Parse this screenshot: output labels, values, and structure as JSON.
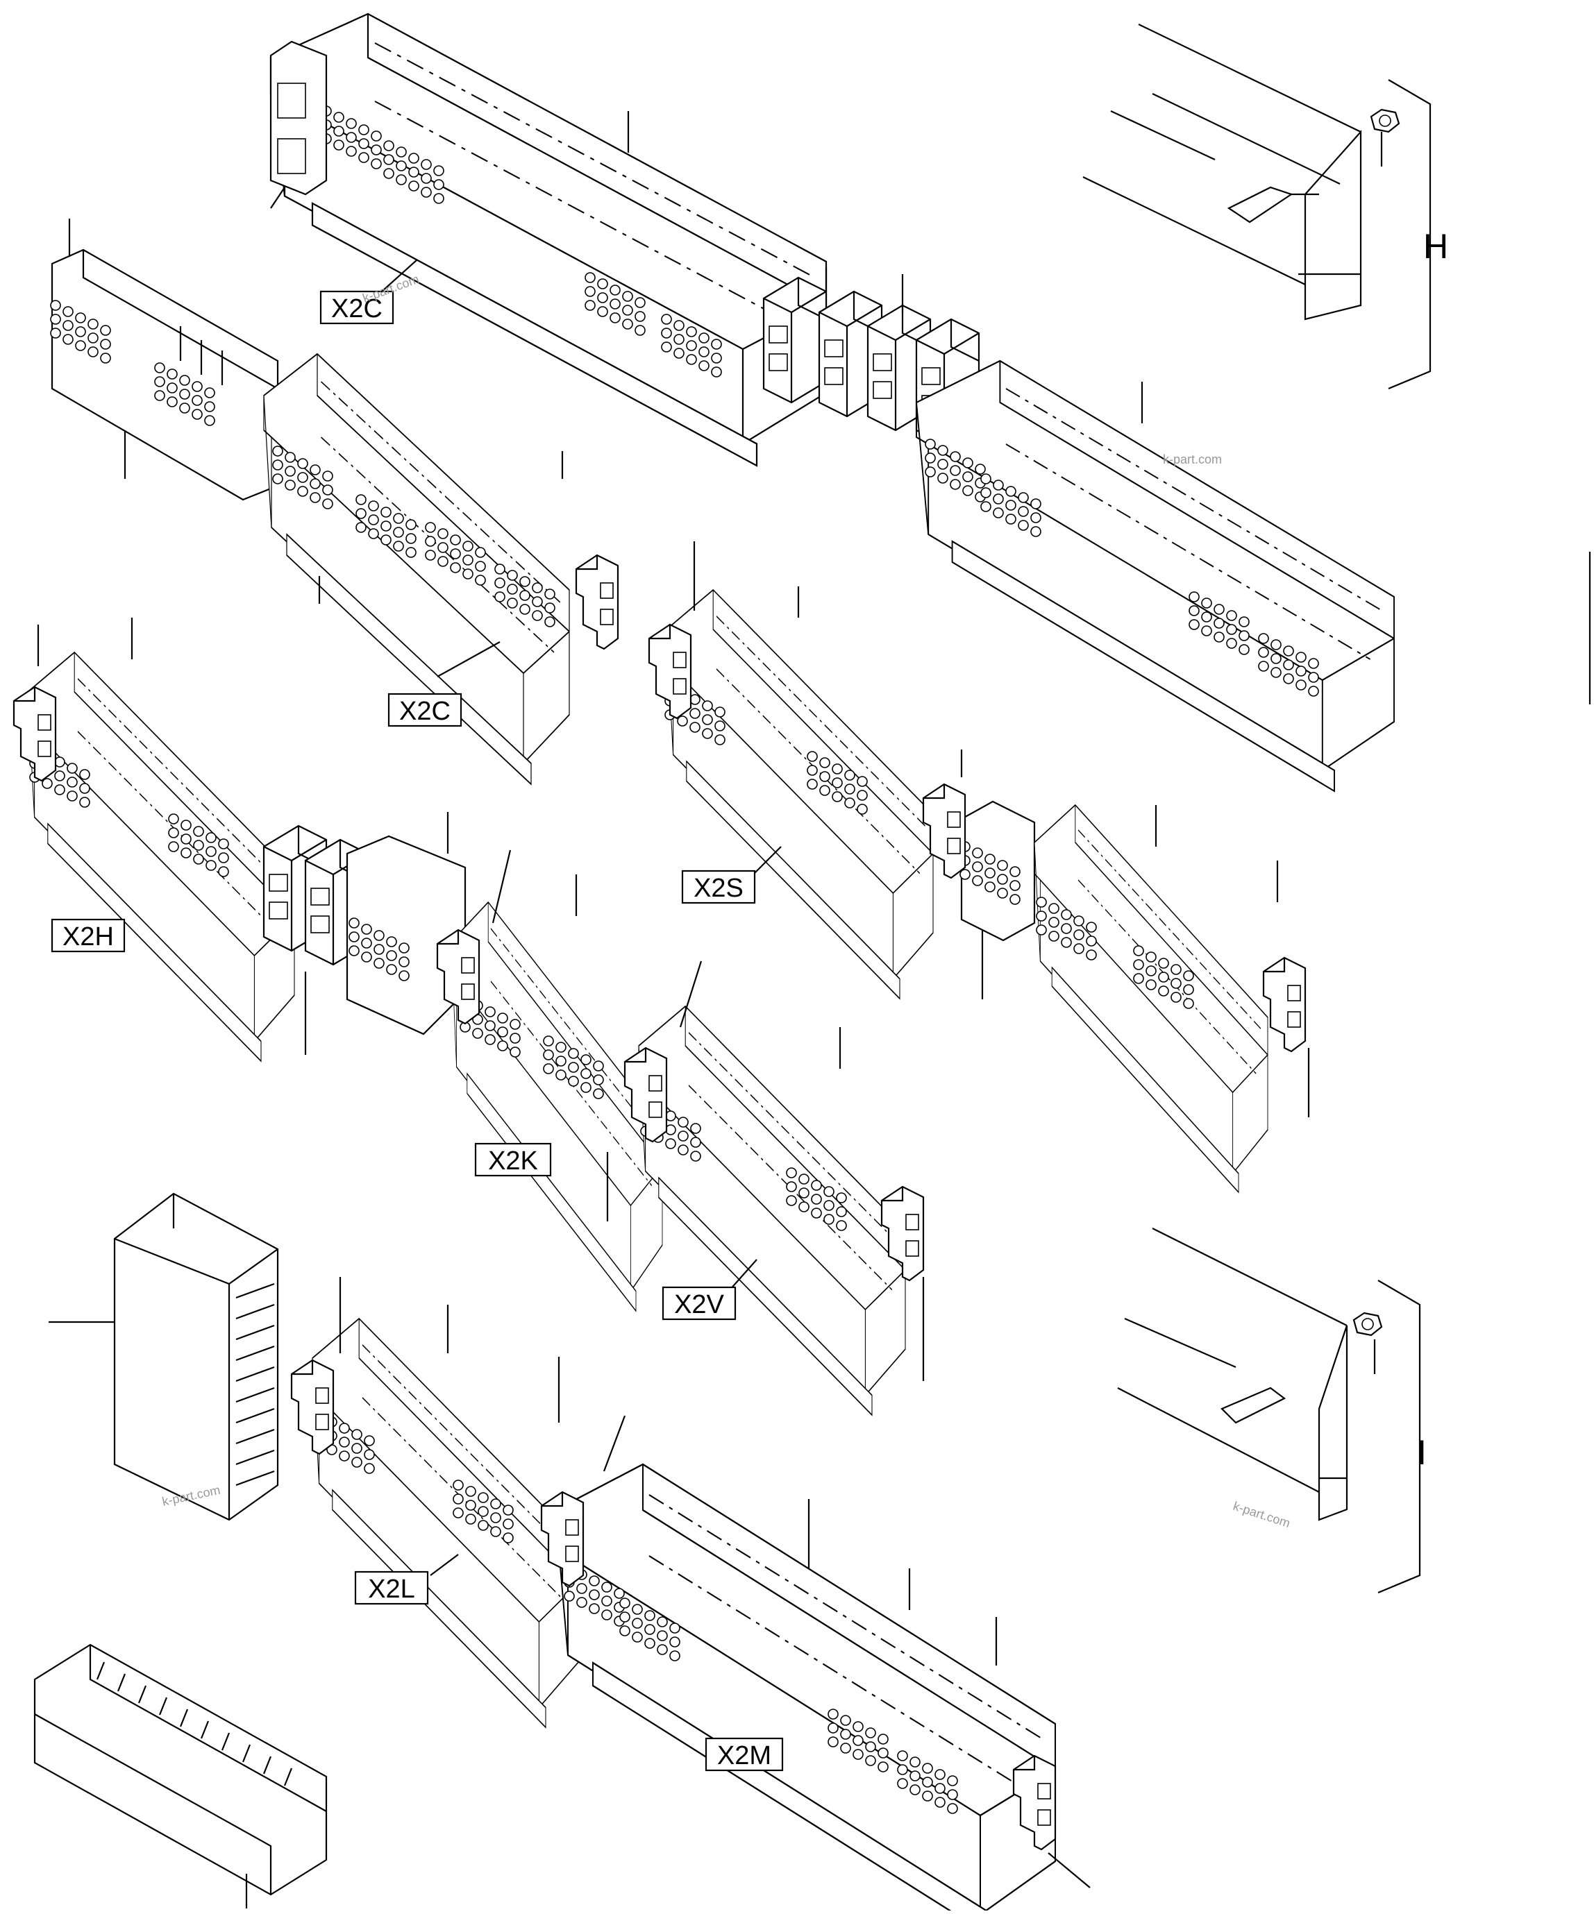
{
  "labels": {
    "x2c_top": "X2C",
    "x2c_mid": "X2C",
    "x2s": "X2S",
    "x2h": "X2H",
    "x2k": "X2K",
    "x2v": "X2V",
    "x2l": "X2L",
    "x2m": "X2M",
    "detail_h": "H",
    "detail_i": "I"
  },
  "watermarks": [
    "k-part.com",
    "k-part.com",
    "k-part.com",
    "k-part.com"
  ],
  "colors": {
    "line": "#000000",
    "background": "#ffffff",
    "watermark": "#999999"
  }
}
